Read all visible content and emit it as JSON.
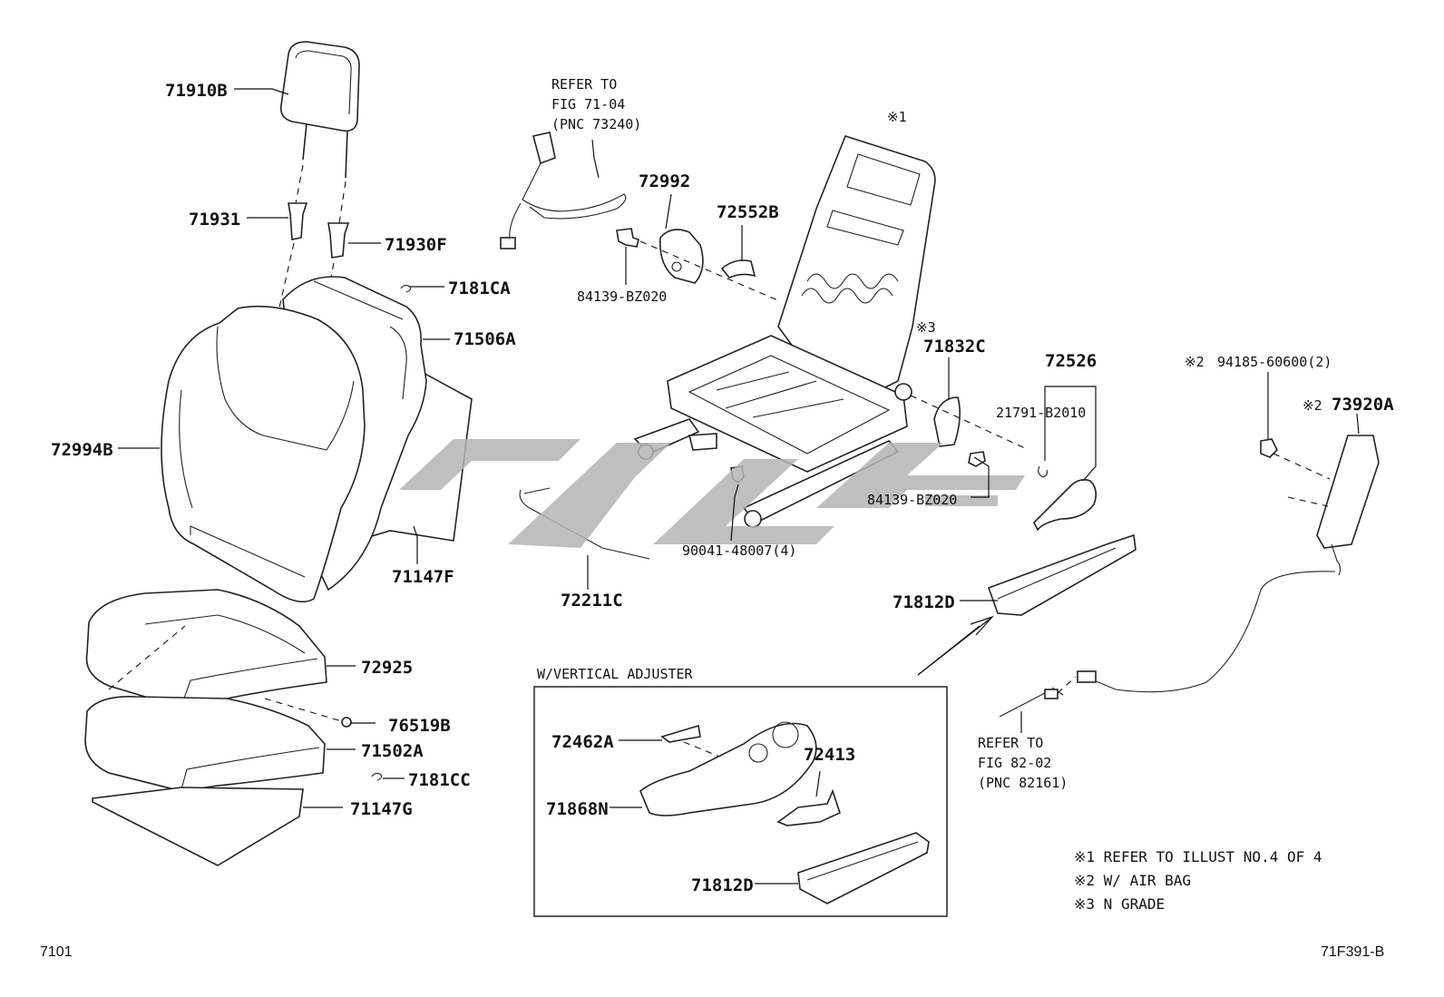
{
  "labels": {
    "headrest": "71910B",
    "support_guide_left": "71931",
    "support_guide_right": "71930F",
    "hog_ring_upper": "7181CA",
    "back_pad": "71506A",
    "back_cover": "72994B",
    "back_board": "71147F",
    "cushion_cover": "72925",
    "cushion_clip": "76519B",
    "cushion_pad": "71502A",
    "hog_ring_lower": "7181CC",
    "cushion_shield": "71147G",
    "reclining_cover": "72992",
    "recliner_bolt_left": "84139-BZ020",
    "back_frame_cap": "72552B",
    "recliner_cover_inner": "71832C",
    "lever_group": "72526",
    "lever_clip": "21791-B2010",
    "recliner_bolt_right": "84139-BZ020",
    "screw": "90041-48007(4)",
    "wire_rod": "72211C",
    "side_shield": "71812D",
    "airbag_nut": "94185-60600(2)",
    "airbag": "73920A",
    "inset_side_shield": "71812D",
    "adjuster_cover": "72462A",
    "adjuster_knob": "72413",
    "adjuster_shield": "71868N"
  },
  "refs": {
    "refer_belt_line1": "REFER TO",
    "refer_belt_line2": "FIG 71-04",
    "refer_belt_line3": "(PNC 73240)",
    "refer_harness_line1": "REFER TO",
    "refer_harness_line2": "FIG 82-02",
    "refer_harness_line3": "(PNC 82161)"
  },
  "marks": {
    "frame": "※1",
    "grade": "※3",
    "airbag_nut": "※2",
    "airbag": "※2"
  },
  "inset": {
    "title": "W/VERTICAL ADJUSTER"
  },
  "notes": [
    "※1 REFER TO ILLUST NO.4 OF 4",
    "※2 W/ AIR BAG",
    "※3 N GRADE"
  ],
  "footer": {
    "page_id": "7101",
    "illustration_id": "71F391-B"
  },
  "watermark": {
    "icon": "grey-brand-logo-icon",
    "color": "#b4b4b4"
  }
}
